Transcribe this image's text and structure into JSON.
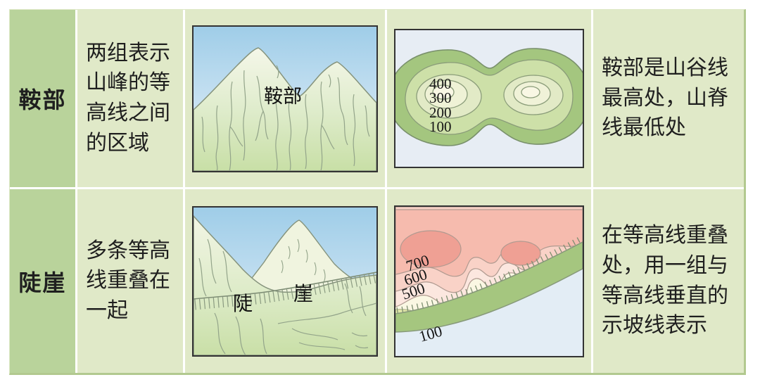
{
  "table": {
    "rows": [
      {
        "term": "鞍部",
        "description": "两组表示山峰的等高线之间的区域",
        "photo_label": "鞍部",
        "contour_labels": [
          "400",
          "300",
          "200",
          "100"
        ],
        "note": "鞍部是山谷线最高处，山脊线最低处"
      },
      {
        "term": "陡崖",
        "description": "多条等高线重叠在一起",
        "photo_labels": [
          "陡",
          "崖"
        ],
        "contour_labels": [
          "700",
          "600",
          "500",
          "100"
        ],
        "note": "在等高线重叠处，用一组与等高线垂直的示坡线表示"
      }
    ]
  },
  "colors": {
    "term_cell_bg": "#b9d39b",
    "cell_bg": "#e0e9c8",
    "grid_line": "#ffffff",
    "outer_border": "#b2c98f",
    "frame_border": "#333333",
    "contour_green": "#a4c67f",
    "contour_green_light": "#cde0a8",
    "contour_cream": "#f8f6e0",
    "cliff_pink_dark": "#efa094",
    "cliff_pink_light": "#fce7df",
    "map_water_blue": "#e7edf4",
    "sky_blue": "#9fcde8"
  }
}
